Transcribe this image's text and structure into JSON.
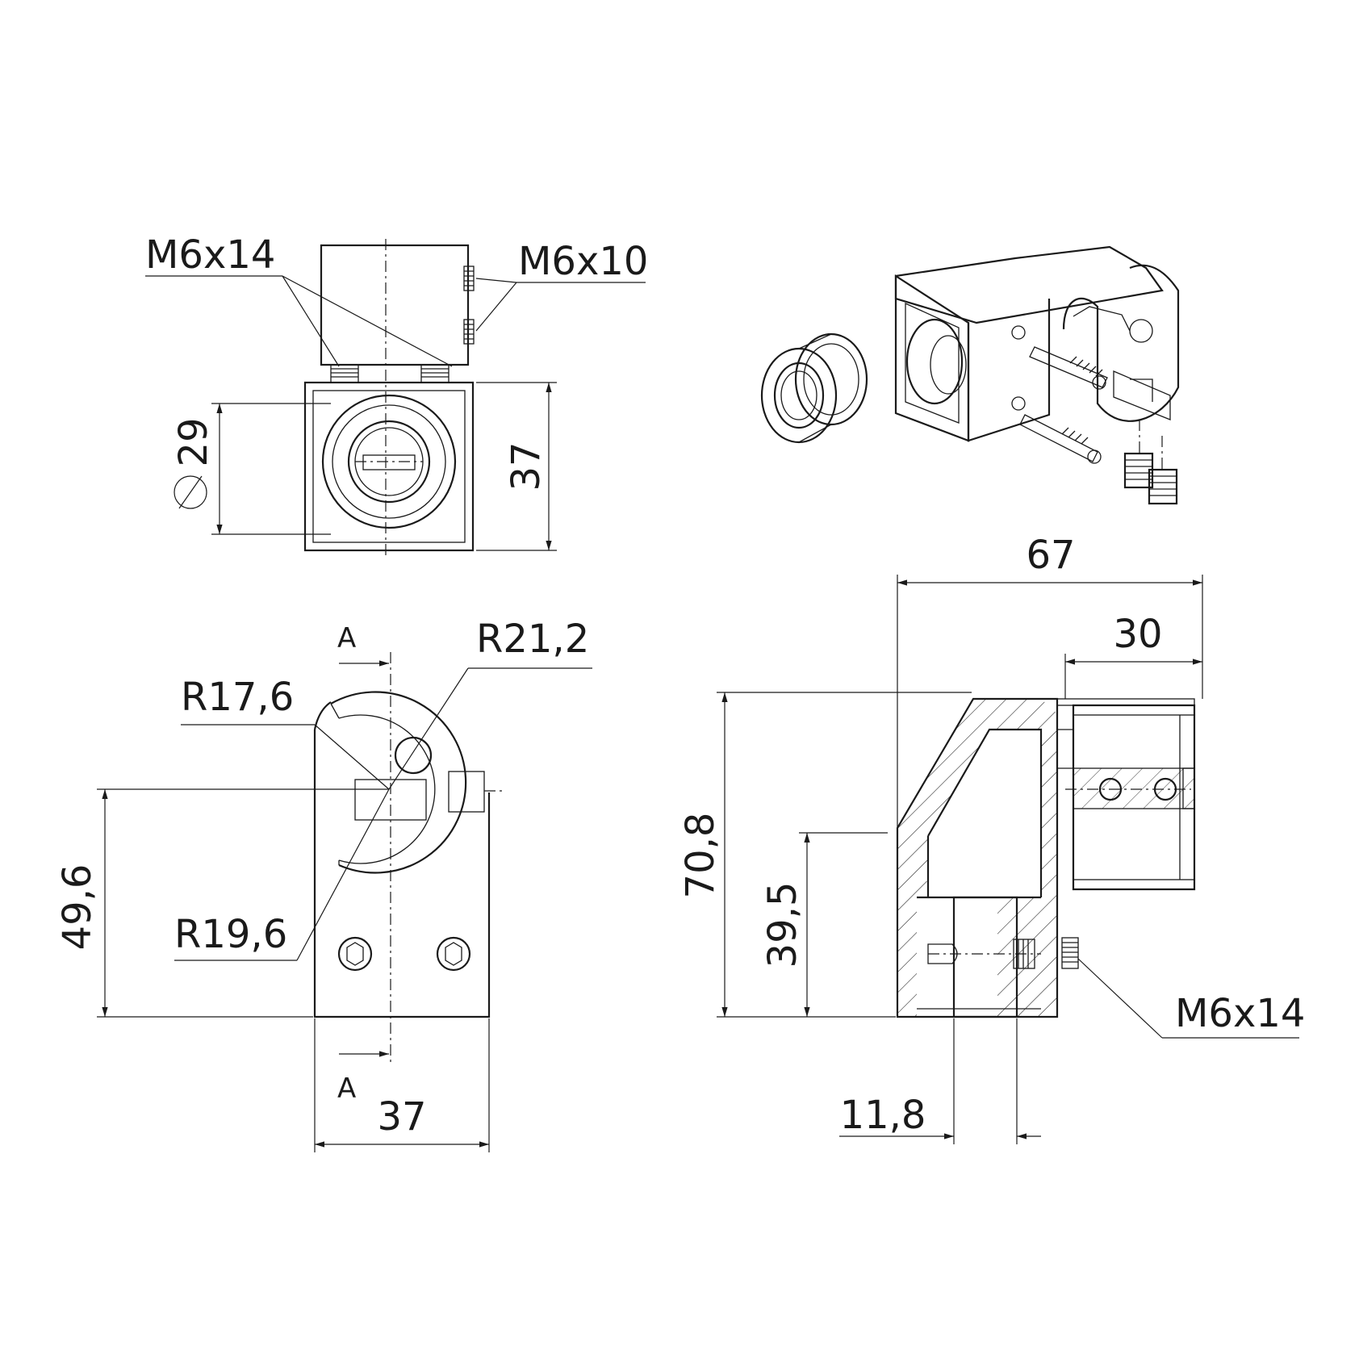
{
  "drawing": {
    "labels": {
      "top_screw_left": "M6x14",
      "top_screw_right": "M6x10",
      "top_diameter": "29",
      "top_diameter_symbol": "Ø",
      "top_height": "37",
      "front_section_top": "A",
      "front_section_bottom": "A",
      "front_r_outer": "R21,2",
      "front_r_inner": "R17,6",
      "front_r_mid": "R19,6",
      "front_height": "49,6",
      "front_width": "37",
      "side_total_width": "67",
      "side_tube_width": "30",
      "side_total_height": "70,8",
      "side_lower_height": "39,5",
      "side_bore": "11,8",
      "side_screw": "M6x14"
    }
  }
}
